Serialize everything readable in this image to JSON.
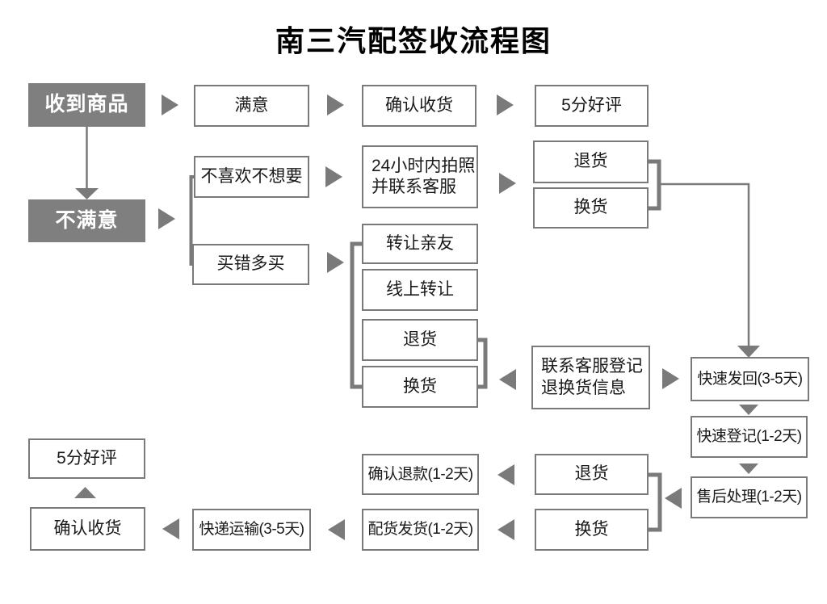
{
  "title": "南三汽配签收流程图",
  "colors": {
    "accent_gray": "#7f7f7f",
    "box_border": "#7a7a7a",
    "connector": "#7a7a7a",
    "text": "#1a1a1a",
    "filled_text": "#ffffff",
    "background": "#ffffff"
  },
  "nodes": {
    "received_goods": {
      "label": "收到商品"
    },
    "satisfied": {
      "label": "满意"
    },
    "confirm_receipt_top": {
      "label": "确认收货"
    },
    "five_star_top": {
      "label": "5分好评"
    },
    "dislike_unwanted": {
      "label": "不喜欢不想要"
    },
    "photo_24h": {
      "line1": "24小时内拍照",
      "line2": "并联系客服"
    },
    "return_top": {
      "label": "退货"
    },
    "exchange_top": {
      "label": "换货"
    },
    "unsatisfied": {
      "label": "不满意"
    },
    "wrong_purchase": {
      "label": "买错多买"
    },
    "transfer_friends": {
      "label": "转让亲友"
    },
    "transfer_online": {
      "label": "线上转让"
    },
    "return_mid": {
      "label": "退货"
    },
    "exchange_mid": {
      "label": "换货"
    },
    "contact_service": {
      "line1": "联系客服登记",
      "line2": "退换货信息"
    },
    "fast_sendback": {
      "label": "快速发回(3-5天)"
    },
    "fast_register": {
      "label": "快速登记(1-2天)"
    },
    "aftersale_handle": {
      "label": "售后处理(1-2天)"
    },
    "confirm_refund": {
      "label": "确认退款(1-2天)"
    },
    "return_bottom": {
      "label": "退货"
    },
    "dispatch_ship": {
      "label": "配货发货(1-2天)"
    },
    "exchange_bottom": {
      "label": "换货"
    },
    "express_transport": {
      "label": "快递运输(3-5天)"
    },
    "confirm_receipt_bottom": {
      "label": "确认收货"
    },
    "five_star_bottom": {
      "label": "5分好评"
    }
  }
}
